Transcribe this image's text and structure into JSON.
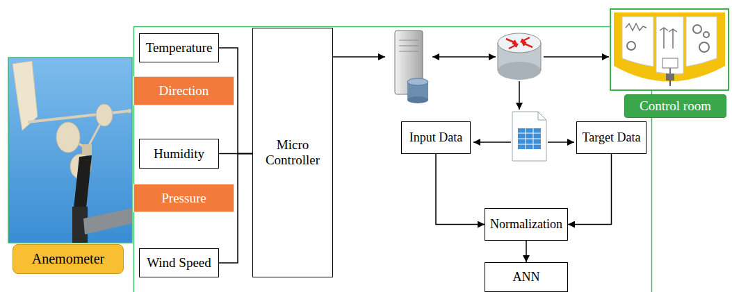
{
  "diagram": {
    "nodes": [
      {
        "text": [
          "Anemometer"
        ]
      },
      {
        "text": [
          "Temperature"
        ]
      },
      {
        "text": [
          "Direction"
        ]
      },
      {
        "text": [
          "Humidity"
        ]
      },
      {
        "text": [
          "Pressure"
        ]
      },
      {
        "text": [
          "Wind Speed"
        ]
      },
      {
        "text": [
          "Micro Controller"
        ]
      },
      {
        "text": [
          "Control room"
        ]
      },
      {
        "text": [
          "Input Data"
        ]
      },
      {
        "text": [
          "Target Data"
        ]
      },
      {
        "text": [
          "Normalization"
        ]
      },
      {
        "text": [
          "ANN"
        ]
      }
    ],
    "edges": [
      {
        "from": 1,
        "to": 6,
        "arrow": "none"
      },
      {
        "from": 3,
        "to": 6,
        "arrow": "none"
      },
      {
        "from": 5,
        "to": 6,
        "arrow": "none"
      },
      {
        "from": 8,
        "to": 10,
        "arrow": "to"
      },
      {
        "from": 9,
        "to": 10,
        "arrow": "to"
      },
      {
        "from": 10,
        "to": 11,
        "arrow": "to"
      }
    ]
  }
}
